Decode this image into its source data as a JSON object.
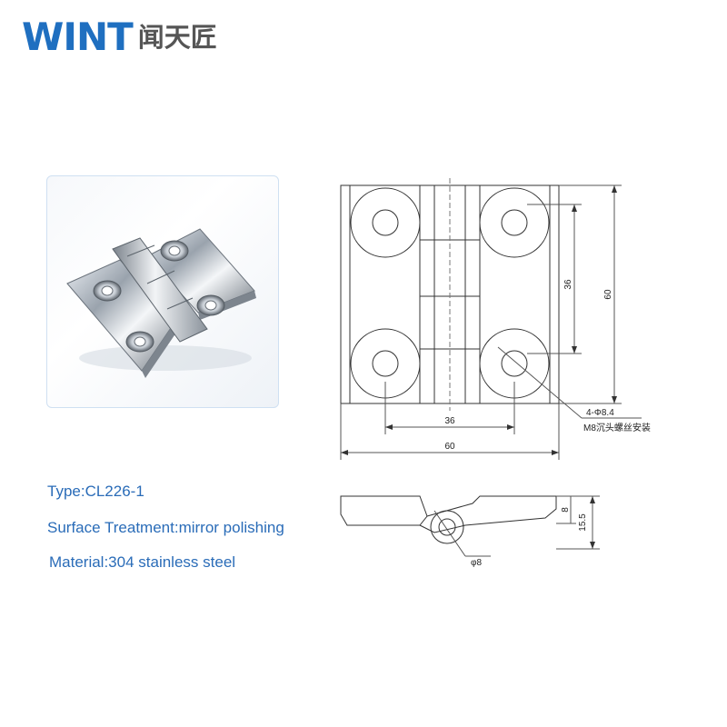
{
  "brand": {
    "name_en": "WINT",
    "name_cn": "闻天匠"
  },
  "product": {
    "type_text": "Type:CL226-1",
    "surface_text": "Surface Treatment:mirror polishing",
    "material_text": "Material:304 stainless steel"
  },
  "drawing": {
    "hole_spacing_vertical": "36",
    "overall_height": "60",
    "hole_spacing_horizontal": "36",
    "overall_width": "60",
    "hole_spec": "4-Φ8.4",
    "screw_note": "M8沉头螺丝安装",
    "thickness": "8",
    "total_thickness": "15.5",
    "pin_diameter": "φ8"
  },
  "colors": {
    "brand_blue": "#1f6fc0",
    "text_blue": "#2a6cb8"
  }
}
